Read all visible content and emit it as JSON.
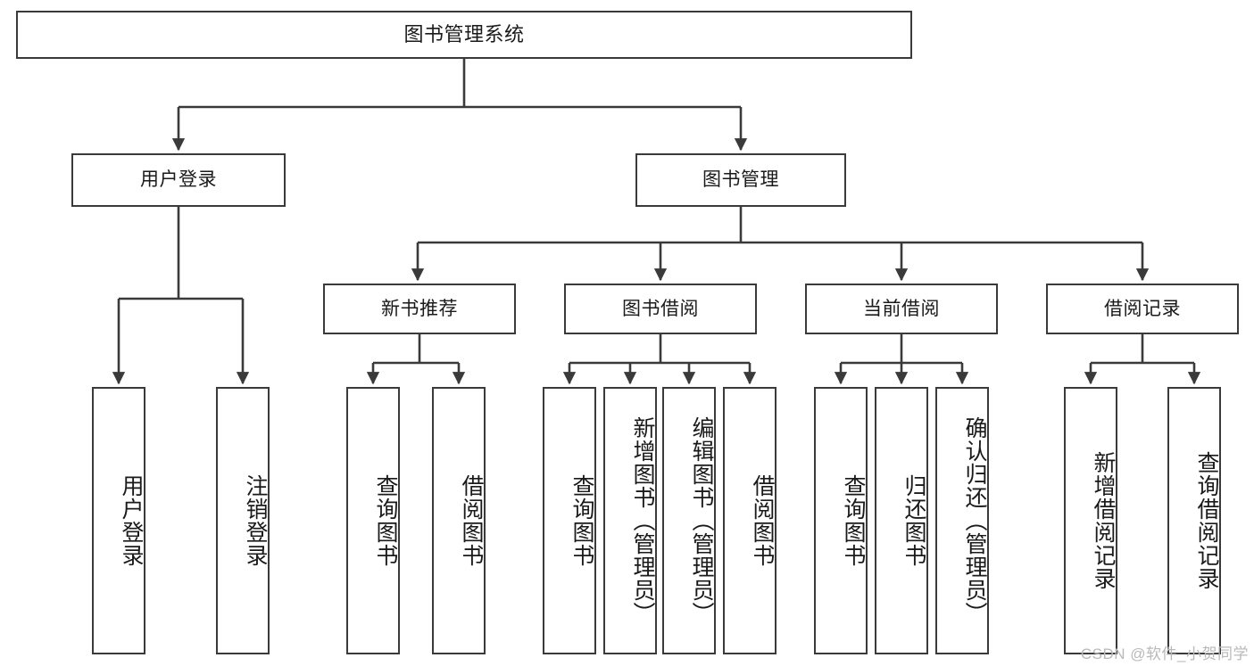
{
  "diagram": {
    "title": "图书管理系统",
    "type": "hierarchy-tree",
    "watermark": "CSDN @软件_小贺同学",
    "colors": {
      "box_border": "#3a3a3a",
      "box_fill": "#ffffff",
      "edge": "#3a3a3a",
      "text": "#1a1a1a",
      "watermark": "#b9b9b9"
    },
    "nodes": {
      "root": {
        "label": "图书管理系统"
      },
      "level1": [
        {
          "id": "user-login",
          "label": "用户登录"
        },
        {
          "id": "book-manage",
          "label": "图书管理"
        }
      ],
      "level2": [
        {
          "id": "new-book-recommend",
          "label": "新书推荐"
        },
        {
          "id": "book-borrow",
          "label": "图书借阅"
        },
        {
          "id": "current-borrow",
          "label": "当前借阅"
        },
        {
          "id": "borrow-record",
          "label": "借阅记录"
        }
      ],
      "leaves": {
        "user_login": [
          {
            "id": "leaf-user-login",
            "label": "用户登录"
          },
          {
            "id": "leaf-logout-login",
            "label": "注销登录"
          }
        ],
        "new_book_recommend": [
          {
            "id": "leaf-query-book-1",
            "label": "查询图书"
          },
          {
            "id": "leaf-borrow-book-1",
            "label": "借阅图书"
          }
        ],
        "book_borrow": [
          {
            "id": "leaf-query-book-2",
            "label": "查询图书"
          },
          {
            "id": "leaf-add-book",
            "label": "新增图书（管理员）"
          },
          {
            "id": "leaf-edit-book",
            "label": "编辑图书（管理员）"
          },
          {
            "id": "leaf-borrow-book-2",
            "label": "借阅图书"
          }
        ],
        "current_borrow": [
          {
            "id": "leaf-query-book-3",
            "label": "查询图书"
          },
          {
            "id": "leaf-return-book",
            "label": "归还图书"
          },
          {
            "id": "leaf-confirm-return",
            "label": "确认归还（管理员）"
          }
        ],
        "borrow_record": [
          {
            "id": "leaf-add-record",
            "label": "新增借阅记录"
          },
          {
            "id": "leaf-query-record",
            "label": "查询借阅记录"
          }
        ]
      }
    }
  }
}
